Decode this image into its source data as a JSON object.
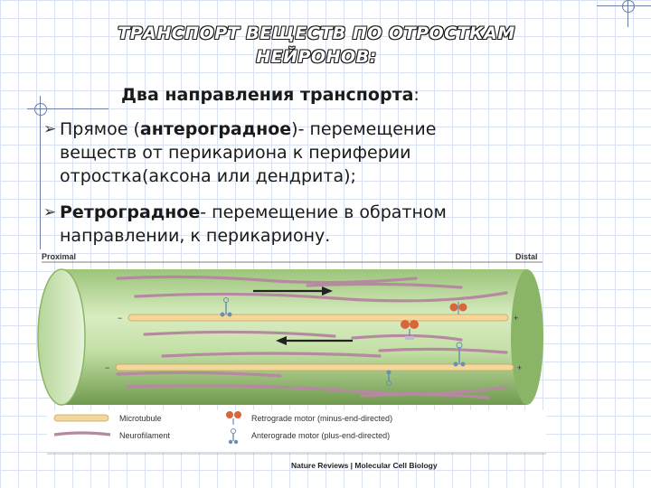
{
  "slide": {
    "title_line1": "ТРАНСПОРТ  ВЕЩЕСТВ ПО ОТРОСТКАМ",
    "title_line2": "НЕЙРОНОВ:",
    "subtitle_bold": "Два направления транспорта",
    "subtitle_rest": ":",
    "bullets": [
      {
        "arrow": "➢",
        "prefix": "Прямое (",
        "bold": "антероградное",
        "suffix": ")- перемещение веществ от перикариона к периферии отростка(аксона или дендрита);"
      },
      {
        "arrow": "➢",
        "prefix": "",
        "bold": "Ретроградное",
        "suffix": "- перемещение в обратном направлении, к перикариону."
      }
    ]
  },
  "figure": {
    "label_proximal": "Proximal",
    "label_distal": "Distal",
    "minus_sign": "−",
    "plus_sign": "+",
    "legend": [
      {
        "name": "microtubule",
        "text": "Microtubule"
      },
      {
        "name": "neurofilament",
        "text": "Neurofilament"
      },
      {
        "name": "retrograde",
        "text": "Retrograde motor (minus-end-directed)"
      },
      {
        "name": "anterograde",
        "text": "Anterograde motor (plus-end-directed)"
      }
    ],
    "credit": "Nature Reviews | Molecular Cell Biology",
    "colors": {
      "axon_light": "#d8ecc0",
      "axon_dark": "#7ba35a",
      "microtubule": "#f4d79a",
      "neurofilament": "#b58aa0",
      "cargo_orange": "#d9653a",
      "motor_blue": "#6a8fb3"
    }
  }
}
